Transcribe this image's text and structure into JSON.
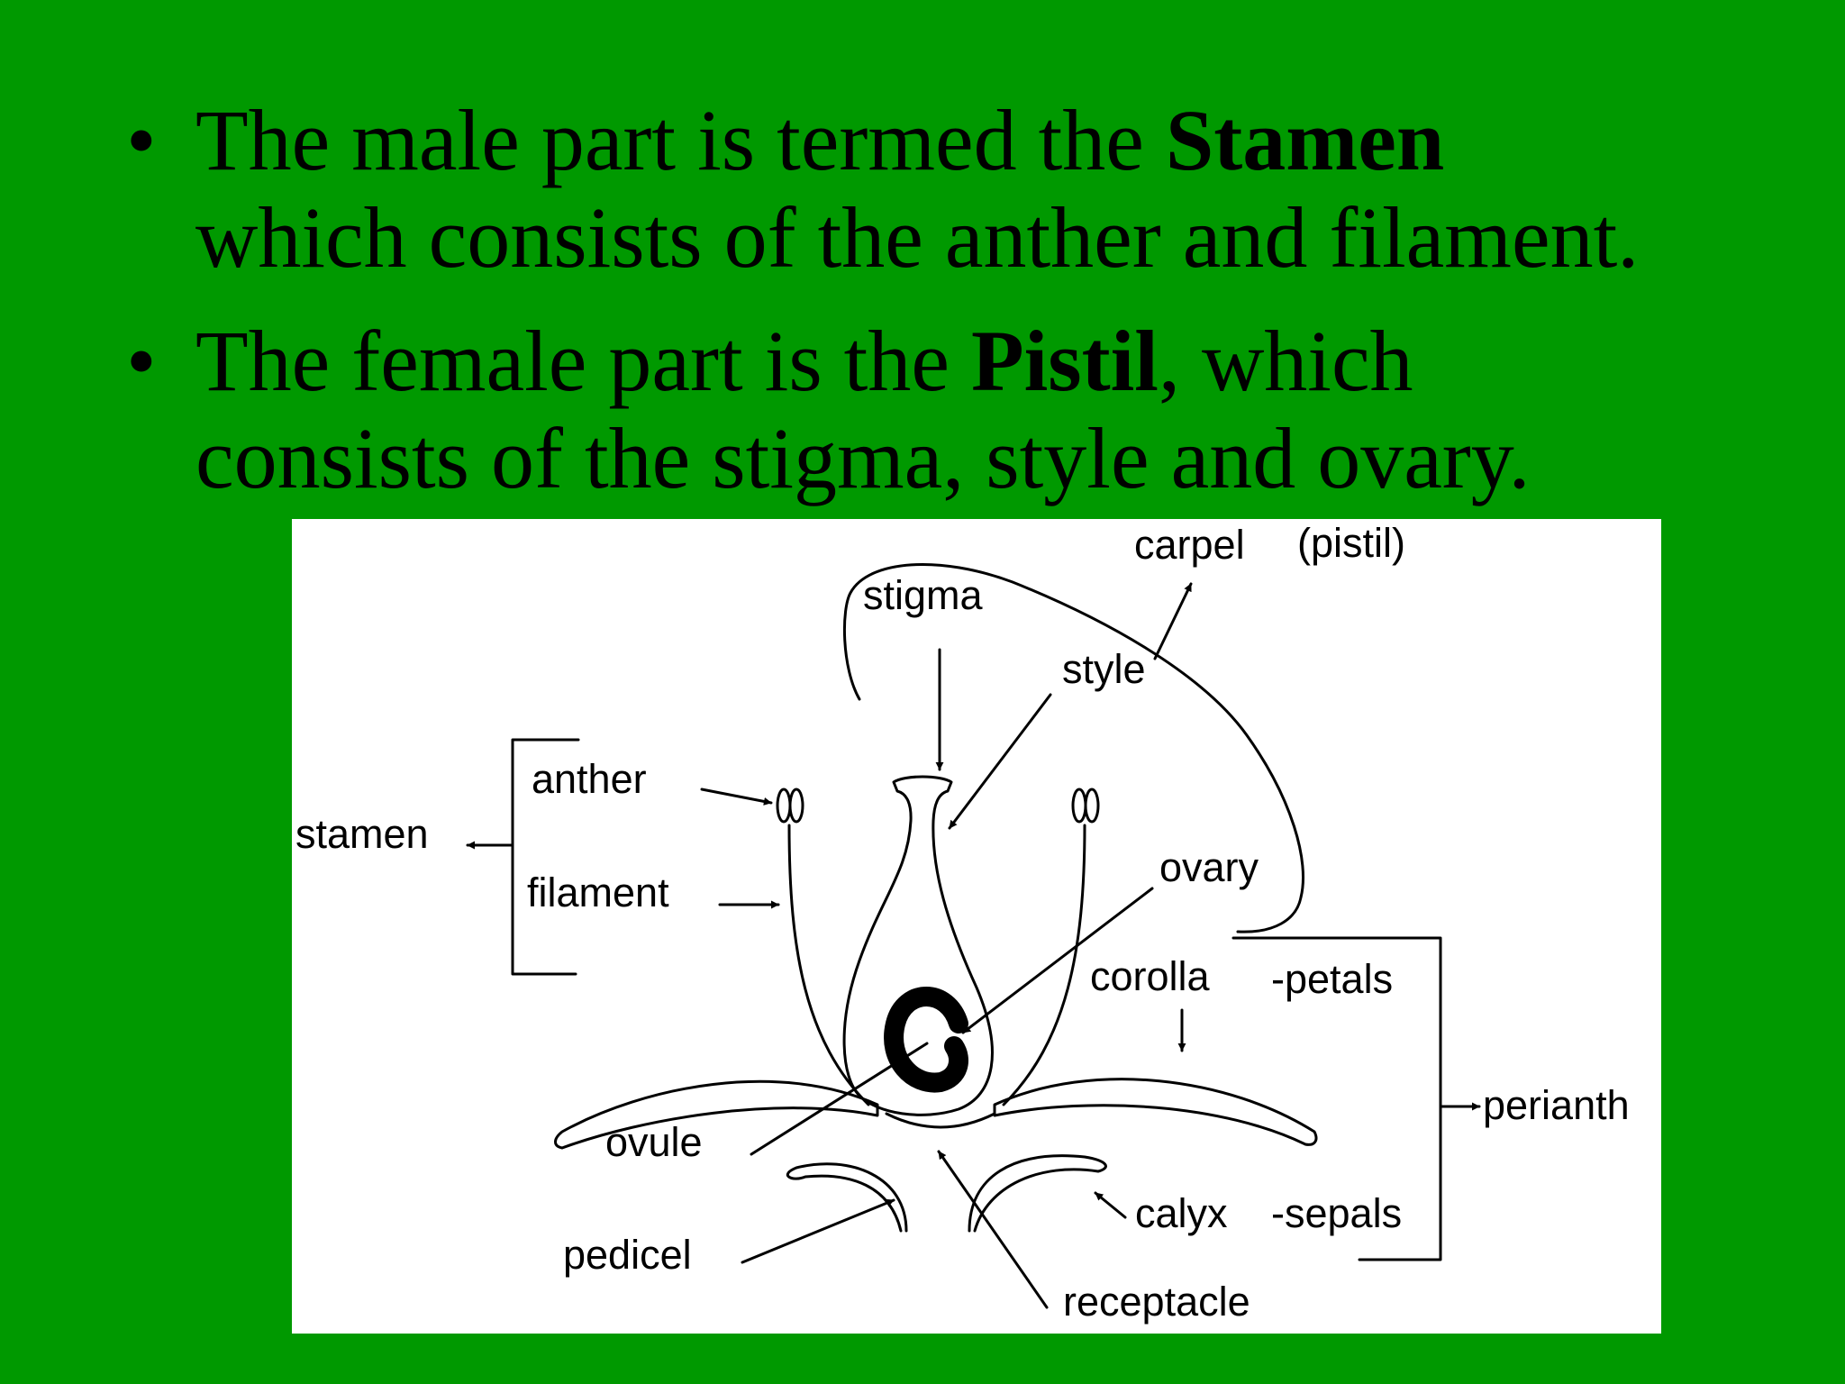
{
  "bullets": [
    {
      "bullet_char": "•",
      "line1_pre": "The  male part is termed the ",
      "line1_bold": "Stamen",
      "line2": "which consists of the anther and filament."
    },
    {
      "bullet_char": "•",
      "line1_pre": "The female part is the ",
      "line1_bold": "Pistil",
      "line1_post": ", which",
      "line2": "consists of the stigma, style and ovary."
    }
  ],
  "diagram": {
    "labels": {
      "carpel": "carpel",
      "pistil": "(pistil)",
      "stigma": "stigma",
      "style": "style",
      "anther": "anther",
      "stamen": "stamen",
      "filament": "filament",
      "ovary": "ovary",
      "corolla": "corolla",
      "petals": "-petals",
      "perianth": "perianth",
      "ovule": "ovule",
      "calyx": "calyx",
      "sepals": "-sepals",
      "pedicel": "pedicel",
      "receptacle": "receptacle"
    }
  },
  "colors": {
    "background": "#009900",
    "figure_bg": "#ffffff",
    "text": "#000000"
  }
}
